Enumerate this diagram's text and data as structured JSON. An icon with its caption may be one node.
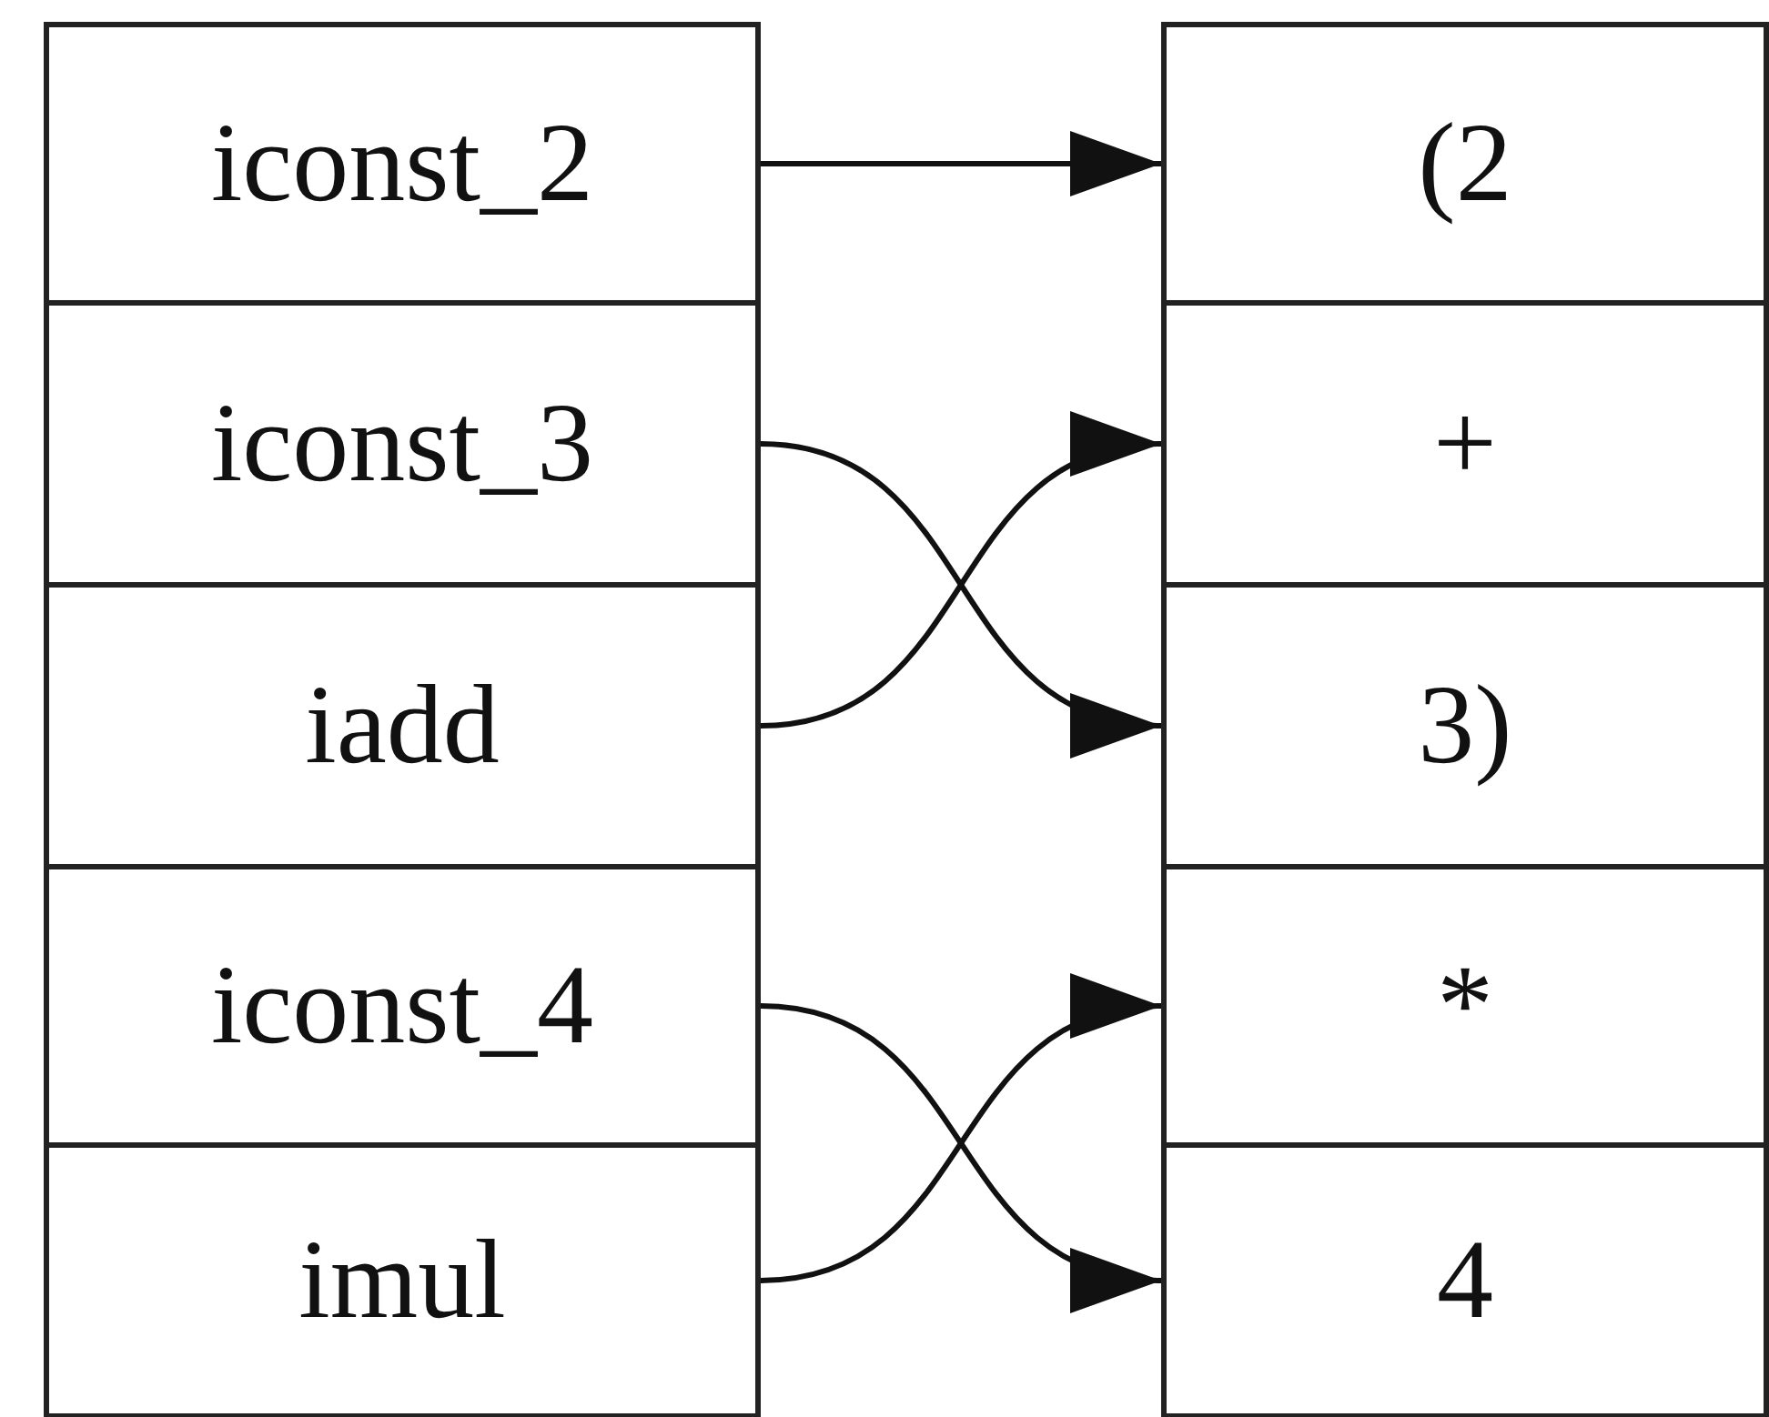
{
  "diagram": {
    "nodes": [
      {
        "text": [
          "iconst_2"
        ]
      },
      {
        "text": [
          "iconst_3"
        ]
      },
      {
        "text": [
          "iadd"
        ]
      },
      {
        "text": [
          "iconst_4"
        ]
      },
      {
        "text": [
          "imul"
        ]
      },
      {
        "text": [
          "(2"
        ]
      },
      {
        "text": [
          "+"
        ]
      },
      {
        "text": [
          "3)"
        ]
      },
      {
        "text": [
          "*"
        ]
      },
      {
        "text": [
          "4"
        ]
      }
    ],
    "edges": [
      {
        "from": 0,
        "to": 5,
        "arrow": "to"
      },
      {
        "from": 1,
        "to": 7,
        "arrow": "to"
      },
      {
        "from": 2,
        "to": 6,
        "arrow": "to"
      },
      {
        "from": 3,
        "to": 9,
        "arrow": "to"
      },
      {
        "from": 4,
        "to": 8,
        "arrow": "to"
      }
    ]
  }
}
